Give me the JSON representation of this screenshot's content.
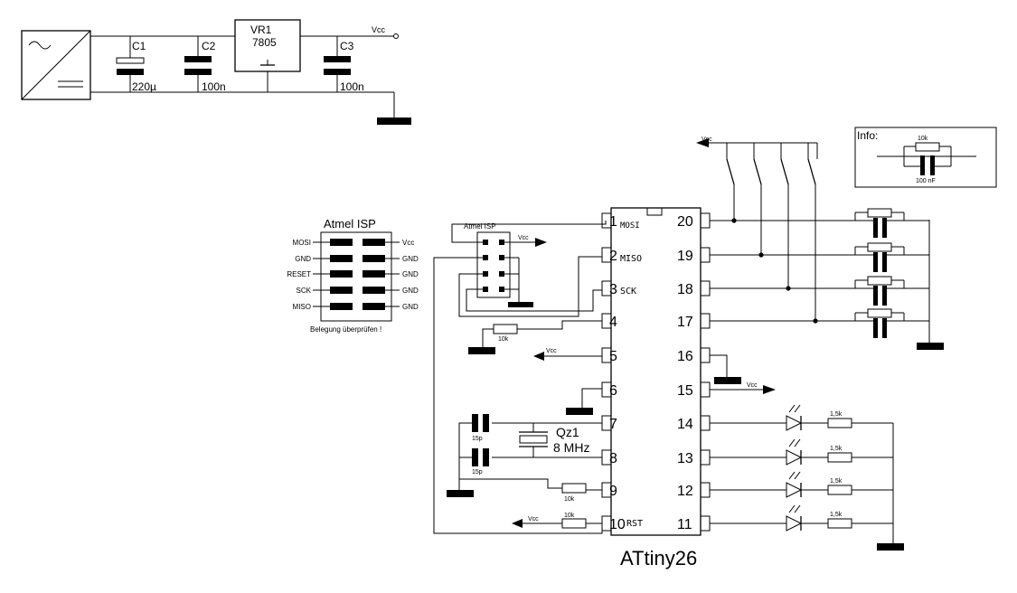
{
  "psu": {
    "c1_ref": "C1",
    "c1_val": "220µ",
    "c2_ref": "C2",
    "c2_val": "100n",
    "vr_ref": "VR1",
    "vr_val": "7805",
    "c3_ref": "C3",
    "c3_val": "100n",
    "vcc": "Vcc"
  },
  "info": {
    "title": "Info:",
    "r_val": "10k",
    "c_val": "100 nF"
  },
  "isp_header": {
    "title": "Atmel ISP",
    "left_pins": [
      "MOSI",
      "GND",
      "RESET",
      "SCK",
      "MISO"
    ],
    "right_pins": [
      "Vcc",
      "GND",
      "GND",
      "GND",
      "GND"
    ],
    "note": "Belegung überprüfen !"
  },
  "isp_small": {
    "title": "Atmel ISP",
    "vcc": "Vcc"
  },
  "chip": {
    "name": "ATtiny26",
    "left_pins": [
      "1",
      "2",
      "3",
      "4",
      "5",
      "6",
      "7",
      "8",
      "9",
      "10"
    ],
    "right_pins": [
      "20",
      "19",
      "18",
      "17",
      "16",
      "15",
      "14",
      "13",
      "12",
      "11"
    ],
    "pin_labels": {
      "mosi": "MOSI",
      "miso": "MISO",
      "sck": "SCK",
      "rst": "RST"
    }
  },
  "crystal": {
    "ref": "Qz1",
    "freq": "8 MHz",
    "cap1": "15p",
    "cap2": "15p"
  },
  "resistors": {
    "r_pin4": "10k",
    "r_pin9": "10k",
    "r_pin10": "10k",
    "led_r": "1,5k"
  },
  "labels": {
    "vcc_switches": "Vcc",
    "vcc_pin5": "Vcc",
    "vcc_pin15": "Vcc",
    "vcc_pin10": "Vcc"
  }
}
